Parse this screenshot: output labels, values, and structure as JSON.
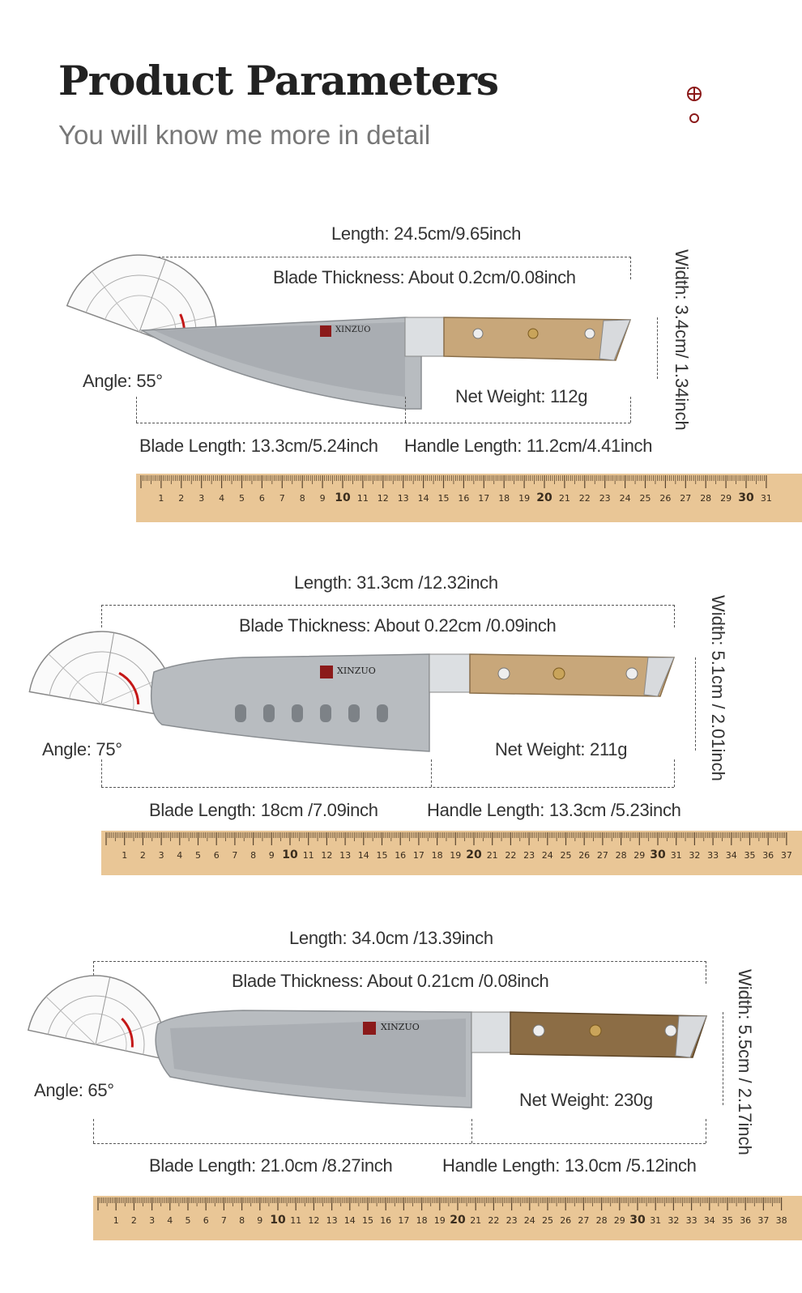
{
  "header": {
    "title": "Product Parameters",
    "subtitle": "You will know me more in detail"
  },
  "colors": {
    "title": "#222222",
    "subtitle": "#777777",
    "brand": "#8b1a1a",
    "ruler_wood": "#e9c696",
    "handle_wood": "#c8a77a"
  },
  "knives": [
    {
      "brand": "XINZUO",
      "length": "Length: 24.5cm/9.65inch",
      "thickness": "Blade Thickness: About 0.2cm/0.08inch",
      "width": "Width: 3.4cm/ 1.34inch",
      "angle": "Angle: 55°",
      "weight": "Net Weight: 112g",
      "blade_length": "Blade Length: 13.3cm/5.24inch",
      "handle_length": "Handle Length: 11.2cm/4.41inch",
      "ruler_max": 31
    },
    {
      "brand": "XINZUO",
      "length": "Length: 31.3cm /12.32inch",
      "thickness": "Blade Thickness: About 0.22cm /0.09inch",
      "width": "Width: 5.1cm / 2.01inch",
      "angle": "Angle: 75°",
      "weight": "Net Weight: 211g",
      "blade_length": "Blade Length: 18cm /7.09inch",
      "handle_length": "Handle Length: 13.3cm /5.23inch",
      "ruler_max": 37
    },
    {
      "brand": "XINZUO",
      "length": "Length: 34.0cm /13.39inch",
      "thickness": "Blade Thickness: About 0.21cm /0.08inch",
      "width": "Width: 5.5cm / 2.17inch",
      "angle": "Angle: 65°",
      "weight": "Net Weight: 230g",
      "blade_length": "Blade Length: 21.0cm /8.27inch",
      "handle_length": "Handle Length: 13.0cm /5.12inch",
      "ruler_max": 38
    }
  ]
}
